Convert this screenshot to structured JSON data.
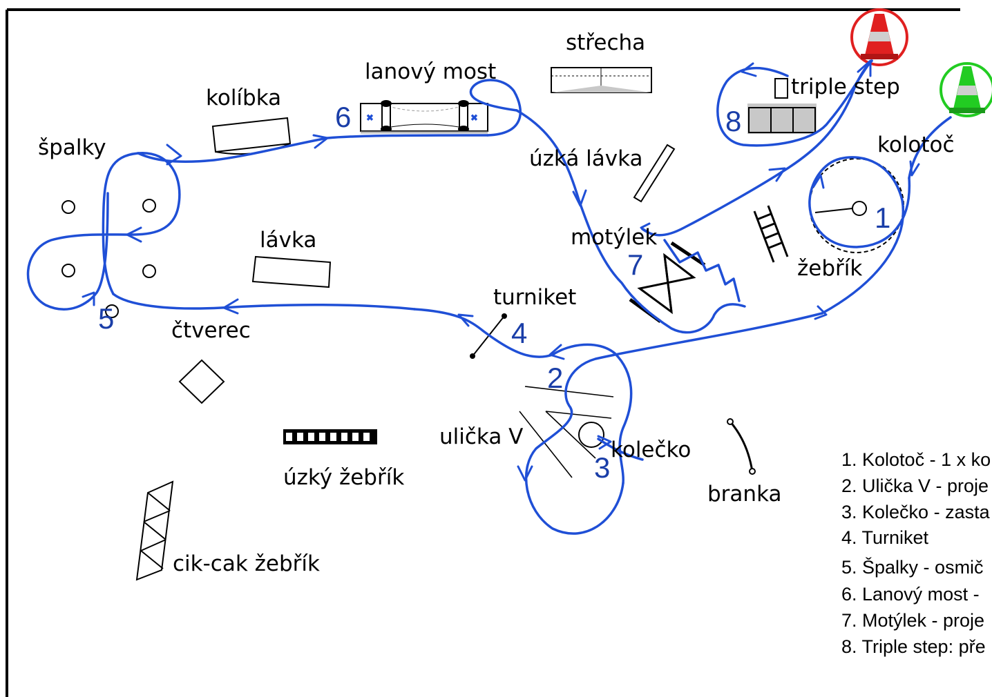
{
  "labels": {
    "strecha": "střecha",
    "lanovy_most": "lanový most",
    "kolibka": "kolíbka",
    "spalky": "špalky",
    "uzka_lavka": "úzká lávka",
    "triple_step": "triple step",
    "kolotoc": "kolotoč",
    "motylek": "motýlek",
    "lavka": "lávka",
    "zebrik": "žebřík",
    "turniket": "turniket",
    "ctverec": "čtverec",
    "ulicka_v": "ulička V",
    "kolecko": "kolečko",
    "uzky_zebrik": "úzký žebřík",
    "branka": "branka",
    "cik_cak_zebrik": "cik-cak žebřík"
  },
  "station_numbers": {
    "n1": "1",
    "n2": "2",
    "n3": "3",
    "n4": "4",
    "n5": "5",
    "n6": "6",
    "n7": "7",
    "n8": "8"
  },
  "legend": [
    "1. Kolotoč - 1 x ko",
    "2. Ulička V - proje",
    "3. Kolečko - zasta",
    "4. Turniket",
    "5. Špalky - osmič",
    "6. Lanový most -",
    "7. Motýlek - proje",
    "8. Triple step: pře"
  ],
  "colors": {
    "path": "#1f4fd6",
    "station_number": "#1a3ea8",
    "start_cone": "#22cc22",
    "end_cone": "#e02020"
  },
  "icons": {
    "start": "green-cone-icon",
    "finish": "red-cone-icon"
  }
}
